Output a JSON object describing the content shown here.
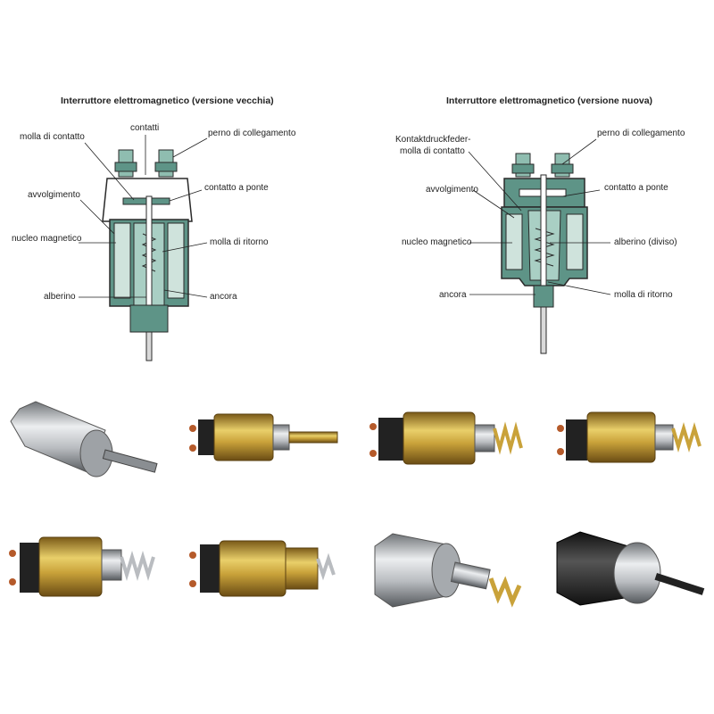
{
  "diagrams": {
    "old": {
      "title": "Interruttore elettromagnetico (versione vecchia)",
      "labels": {
        "contatti": "contatti",
        "molla_contatto": "molla di contatto",
        "perno": "perno di collegamento",
        "avvolgimento": "avvolgimento",
        "contatto_ponte": "contatto a ponte",
        "nucleo": "nucleo magnetico",
        "molla_ritorno": "molla di ritorno",
        "alberino": "alberino",
        "ancora": "ancora"
      }
    },
    "new": {
      "title": "Interruttore elettromagnetico (versione nuova)",
      "labels": {
        "kontakt_1": "Kontaktdruckfeder-",
        "kontakt_2": "molla di contatto",
        "perno": "perno di collegamento",
        "avvolgimento": "avvolgimento",
        "contatto_ponte": "contatto a ponte",
        "nucleo": "nucleo magnetico",
        "alberino": "alberino (diviso)",
        "ancora": "ancora",
        "molla_ritorno": "molla di ritorno"
      }
    }
  },
  "colors": {
    "housing": "#5e9487",
    "housing_light": "#a9cfc4",
    "coil": "#cfe3dc",
    "outline": "#2a2a2a",
    "brass": "#c9a23a",
    "silver": "#b9bcc0",
    "black_body": "#2b2b2b"
  },
  "photos": [
    {
      "name": "silver-solenoid-photo",
      "kind": "silver"
    },
    {
      "name": "brass-solenoid-photo",
      "kind": "brass"
    },
    {
      "name": "brass-solenoid-photo",
      "kind": "brass"
    },
    {
      "name": "brass-solenoid-photo",
      "kind": "brass"
    },
    {
      "name": "brass-solenoid-photo",
      "kind": "brass"
    },
    {
      "name": "brass-solenoid-photo",
      "kind": "brass"
    },
    {
      "name": "silver-solenoid-photo",
      "kind": "silver"
    },
    {
      "name": "black-solenoid-photo",
      "kind": "black"
    }
  ]
}
